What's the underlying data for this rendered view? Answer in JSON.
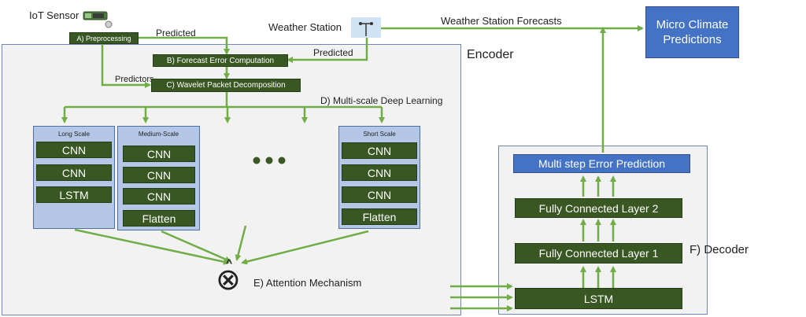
{
  "sources": {
    "iot_sensor": "IoT Sensor",
    "weather_station": "Weather Station"
  },
  "steps": {
    "preprocessing": "A) Preprocessing",
    "forecast_error": "B) Forecast Error Computation",
    "wavelet": "C) Wavelet Packet Decomposition",
    "deep_learning": "D) Multi-scale Deep Learning",
    "attention": "E) Attention Mechanism",
    "decoder": "F) Decoder"
  },
  "edge_labels": {
    "predicted_1": "Predicted",
    "predicted_2": "Predicted",
    "predictors": "Predictors",
    "forecasts": "Weather Station Forecasts"
  },
  "encoder_title": "Encoder",
  "scales": {
    "long": {
      "title": "Long Scale",
      "layers": [
        "CNN",
        "CNN",
        "LSTM"
      ]
    },
    "medium": {
      "title": "Medium-Scale",
      "layers": [
        "CNN",
        "CNN",
        "CNN",
        "Flatten"
      ]
    },
    "short": {
      "title": "Short Scale",
      "layers": [
        "CNN",
        "CNN",
        "CNN",
        "Flatten"
      ]
    }
  },
  "attention_symbol": "⊗",
  "decoder": {
    "output": "Multi step Error Prediction",
    "fc2": "Fully Connected Layer 2",
    "fc1": "Fully Connected Layer 1",
    "lstm": "LSTM"
  },
  "final_output": "Micro Climate Predictions",
  "colors": {
    "arrow_green": "#70ad47",
    "box_green": "#385723",
    "scale_blue": "#b4c7e7",
    "accent_blue": "#4472c4",
    "panel_grey": "#f2f2f2"
  }
}
